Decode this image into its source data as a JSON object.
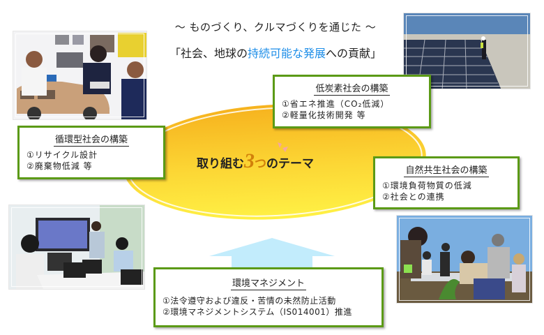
{
  "header": {
    "subtitle": "～ ものづくり、クルマづくりを通じた ～",
    "main_prefix": "「社会、地球の",
    "main_highlight": "持続可能な発展",
    "main_suffix": "への貢献」",
    "highlight_color": "#1e8ee8"
  },
  "center": {
    "title_prefix": "取り組む",
    "number": "3",
    "tsu": "つ",
    "title_suffix": "のテーマ",
    "accent_color": "#d2810a"
  },
  "boxes": {
    "low_carbon": {
      "title": "低炭素社会の構築",
      "items": [
        "①省エネ推進（CO₂低減）",
        "②軽量化技術開発 等"
      ]
    },
    "recycling": {
      "title": "循環型社会の構築",
      "items": [
        "①リサイクル設計",
        "②廃棄物低減 等"
      ]
    },
    "nature": {
      "title": "自然共生社会の構築",
      "items": [
        "①環境負荷物質の低減",
        "②社会との連携"
      ]
    },
    "management": {
      "title": "環境マネジメント",
      "items": [
        "①法令遵守および違反・苦情の未然防止活動",
        "②環境マネジメントシステム（IS014001）推進"
      ]
    }
  },
  "photos": {
    "design_studio": "car-design-team-photo",
    "solar_panels": "solar-panel-roof-photo",
    "meeting": "meeting-presentation-photo",
    "planting": "tree-planting-photo"
  },
  "colors": {
    "box_border": "#5b9a16",
    "arrow": "#c2ecfc",
    "ellipse_top": "#f6b21e",
    "ellipse_bottom": "#fff145"
  }
}
